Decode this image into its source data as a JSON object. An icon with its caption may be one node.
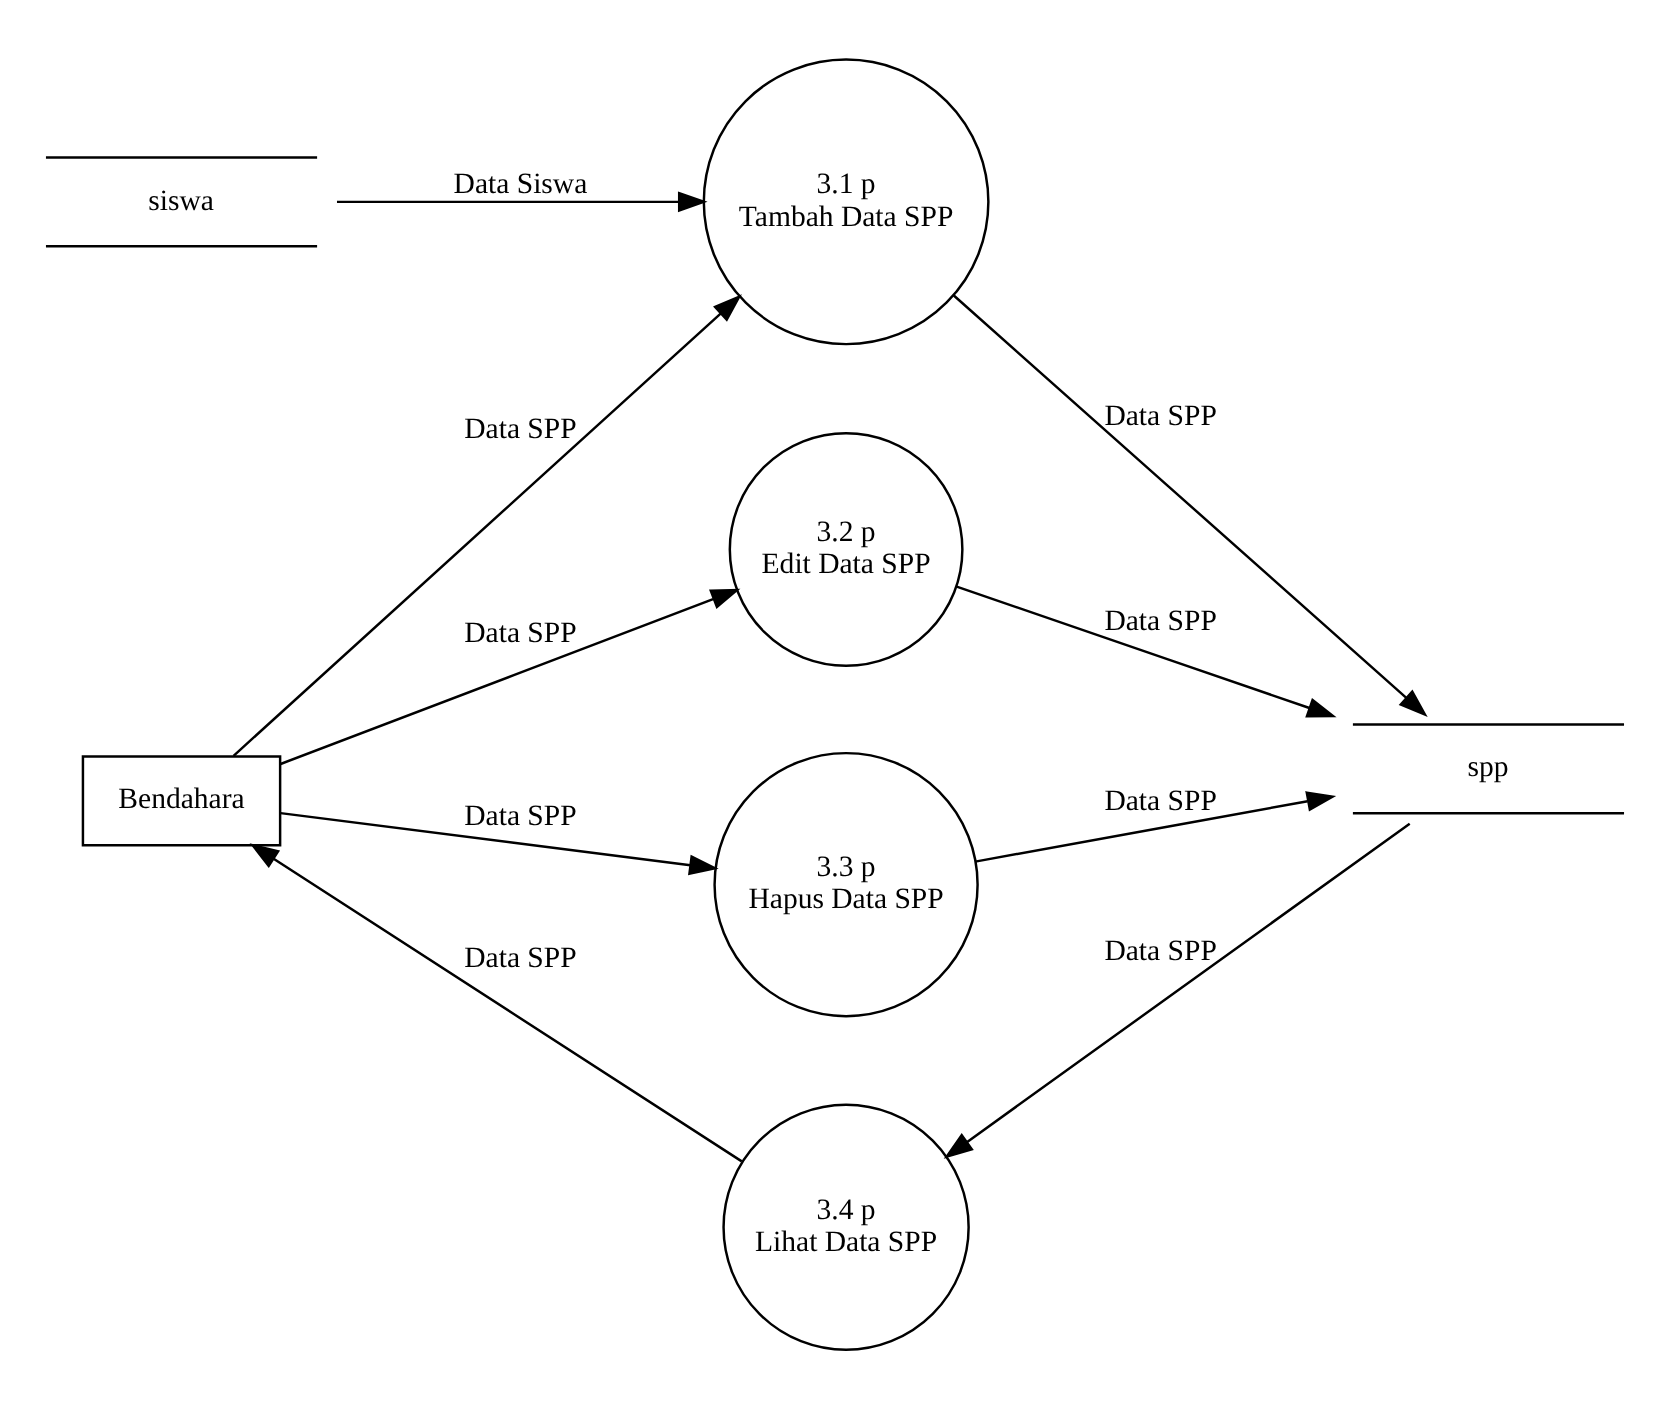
{
  "diagram": {
    "nodes": [
      {
        "text": [
          "Bendahara"
        ]
      },
      {
        "text": [
          "3.1 p",
          "Tambah Data SPP"
        ]
      },
      {
        "text": [
          "3.2 p",
          "Edit Data SPP"
        ]
      },
      {
        "text": [
          "3.3 p",
          "Hapus Data SPP"
        ]
      },
      {
        "text": [
          "3.4 p",
          "Lihat Data SPP"
        ]
      },
      {
        "text": [
          "siswa"
        ]
      },
      {
        "text": [
          "spp"
        ]
      }
    ],
    "edges": [
      {
        "from": 5,
        "to": 1,
        "arrow": "to",
        "label": "Data Siswa"
      },
      {
        "from": 0,
        "to": 1,
        "arrow": "to",
        "label": "Data SPP"
      },
      {
        "from": 1,
        "to": 6,
        "arrow": "to",
        "label": "Data SPP"
      },
      {
        "from": 0,
        "to": 2,
        "arrow": "to",
        "label": "Data SPP"
      },
      {
        "from": 2,
        "to": 6,
        "arrow": "to",
        "label": "Data SPP"
      },
      {
        "from": 0,
        "to": 3,
        "arrow": "to",
        "label": "Data SPP"
      },
      {
        "from": 3,
        "to": 6,
        "arrow": "to",
        "label": "Data SPP"
      },
      {
        "from": 6,
        "to": 4,
        "arrow": "to",
        "label": "Data SPP"
      },
      {
        "from": 4,
        "to": 0,
        "arrow": "to",
        "label": "Data SPP"
      }
    ]
  }
}
